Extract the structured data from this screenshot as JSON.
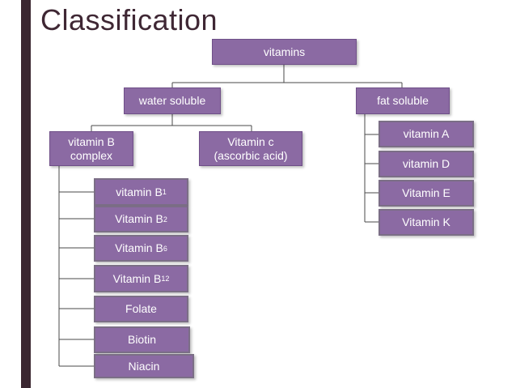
{
  "title": "Classification",
  "diagram": {
    "root": "vitamins",
    "water_soluble": "water soluble",
    "fat_soluble": "fat soluble",
    "vitamin_b_complex": "vitamin B\ncomplex",
    "vitamin_c": "Vitamin c\n(ascorbic acid)",
    "b_items": [
      {
        "main": "vitamin B",
        "sub": "1"
      },
      {
        "main": "Vitamin B",
        "sub": "2"
      },
      {
        "main": "Vitamin B",
        "sub": "6"
      },
      {
        "main": "Vitamin B",
        "sub": "12"
      },
      {
        "main": "Folate",
        "sub": ""
      },
      {
        "main": "Biotin",
        "sub": ""
      },
      {
        "main": "Niacin",
        "sub": ""
      }
    ],
    "fat_items": [
      "vitamin A",
      "vitamin D",
      "Vitamin E",
      "Vitamin K"
    ]
  },
  "colors": {
    "node_fill": "#8b6aa3",
    "sidebar": "#3a2630",
    "title": "#3f2734",
    "line": "#4a4a4a"
  }
}
